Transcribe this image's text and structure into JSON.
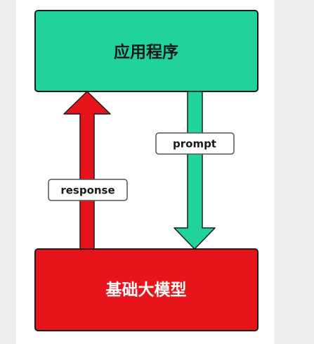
{
  "diagram": {
    "app_box": {
      "label": "应用程序",
      "fill": "#20d39a",
      "stroke": "#1b1b1b",
      "text_color": "#1b1b1b"
    },
    "model_box": {
      "label": "基础大模型",
      "fill": "#e8141b",
      "stroke": "#1b1b1b",
      "text_color": "#ffffff"
    },
    "response_arrow": {
      "label": "response",
      "direction": "up",
      "fill": "#e8141b"
    },
    "prompt_arrow": {
      "label": "prompt",
      "direction": "down",
      "fill": "#20d39a"
    },
    "tag_style": {
      "fill": "#ffffff",
      "stroke": "#555555",
      "text_color": "#1b1b1b"
    }
  }
}
